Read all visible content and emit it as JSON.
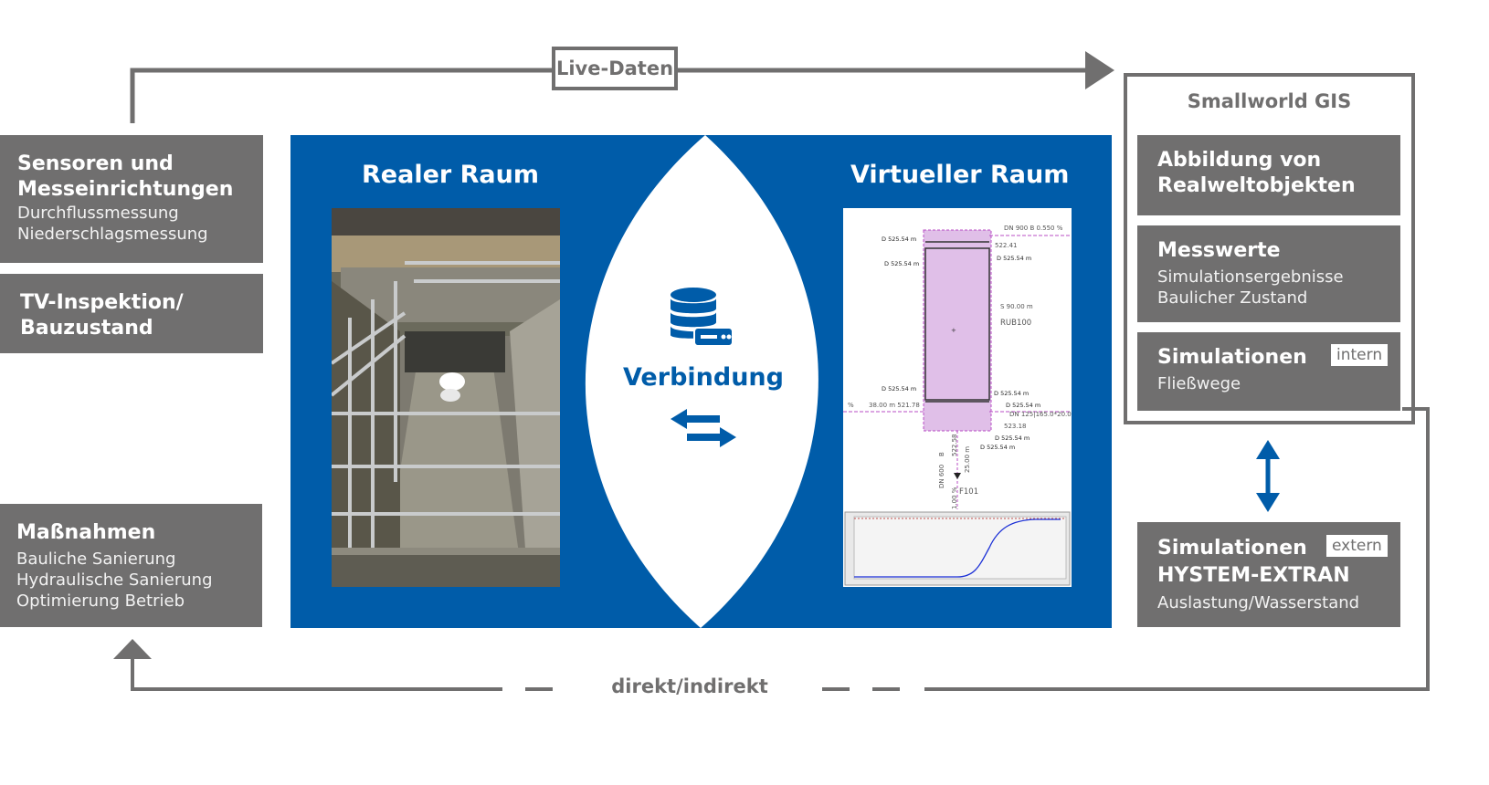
{
  "live_label": "Live-Daten",
  "feedback_label": "direkt/indirekt",
  "left": {
    "sensoren": {
      "title1": "Sensoren und",
      "title2": "Messeinrichtungen",
      "line1": "Durchflussmessung",
      "line2": "Niederschlagsmessung"
    },
    "tv": {
      "title1": "TV-Inspektion/",
      "title2": "Bauzustand"
    },
    "massnahmen": {
      "title": "Maßnahmen",
      "line1": "Bauliche Sanierung",
      "line2": "Hydraulische Sanierung",
      "line3": "Optimierung Betrieb"
    }
  },
  "center": {
    "real_title": "Realer Raum",
    "virtual_title": "Virtueller Raum",
    "connection_label": "Verbindung"
  },
  "gis": {
    "title": "Smallworld GIS",
    "abbildung": {
      "title1": "Abbildung von",
      "title2": "Realweltobjekten"
    },
    "messwerte": {
      "title": "Messwerte",
      "line1": "Simulationsergebnisse",
      "line2": "Baulicher Zustand"
    },
    "simulation": {
      "title": "Simulationen",
      "tag": "intern",
      "line1": "Fließwege"
    }
  },
  "extern": {
    "title1": "Simulationen",
    "title2": "HYSTEM-EXTRAN",
    "tag": "extern",
    "line1": "Auslastung/Wasserstand"
  },
  "cad": {
    "d_labels": [
      "D 525.54 m",
      "D 525.54 m",
      "D 525.54 m",
      "D 525.54 m",
      "D 525.54 m",
      "D 525.54 m",
      "D 525.54 m",
      "D 525.54 m"
    ],
    "dn900": "DN  900   B  0.550 %",
    "dn900_level": "522.41",
    "s90": "S  90.00  m",
    "rub": "RUB100",
    "left_pipe": "38.00  m    521.78",
    "dn125": "DN  125|165.0*20.0",
    "dn125_level": "523.18",
    "dn600": "DN  600",
    "dn600_b": "B",
    "dn600_level": "522.58",
    "dn600_len": "25.00  m",
    "dn600_slope": "1.00  %",
    "f101": "F101",
    "pct_left": "%",
    "pct_right": "%"
  },
  "colors": {
    "gray": "#706f6f",
    "blue": "#005ca9",
    "violet": "#e0bfe8",
    "magenta": "#b84dc4",
    "curve": "#1a2fd6"
  }
}
